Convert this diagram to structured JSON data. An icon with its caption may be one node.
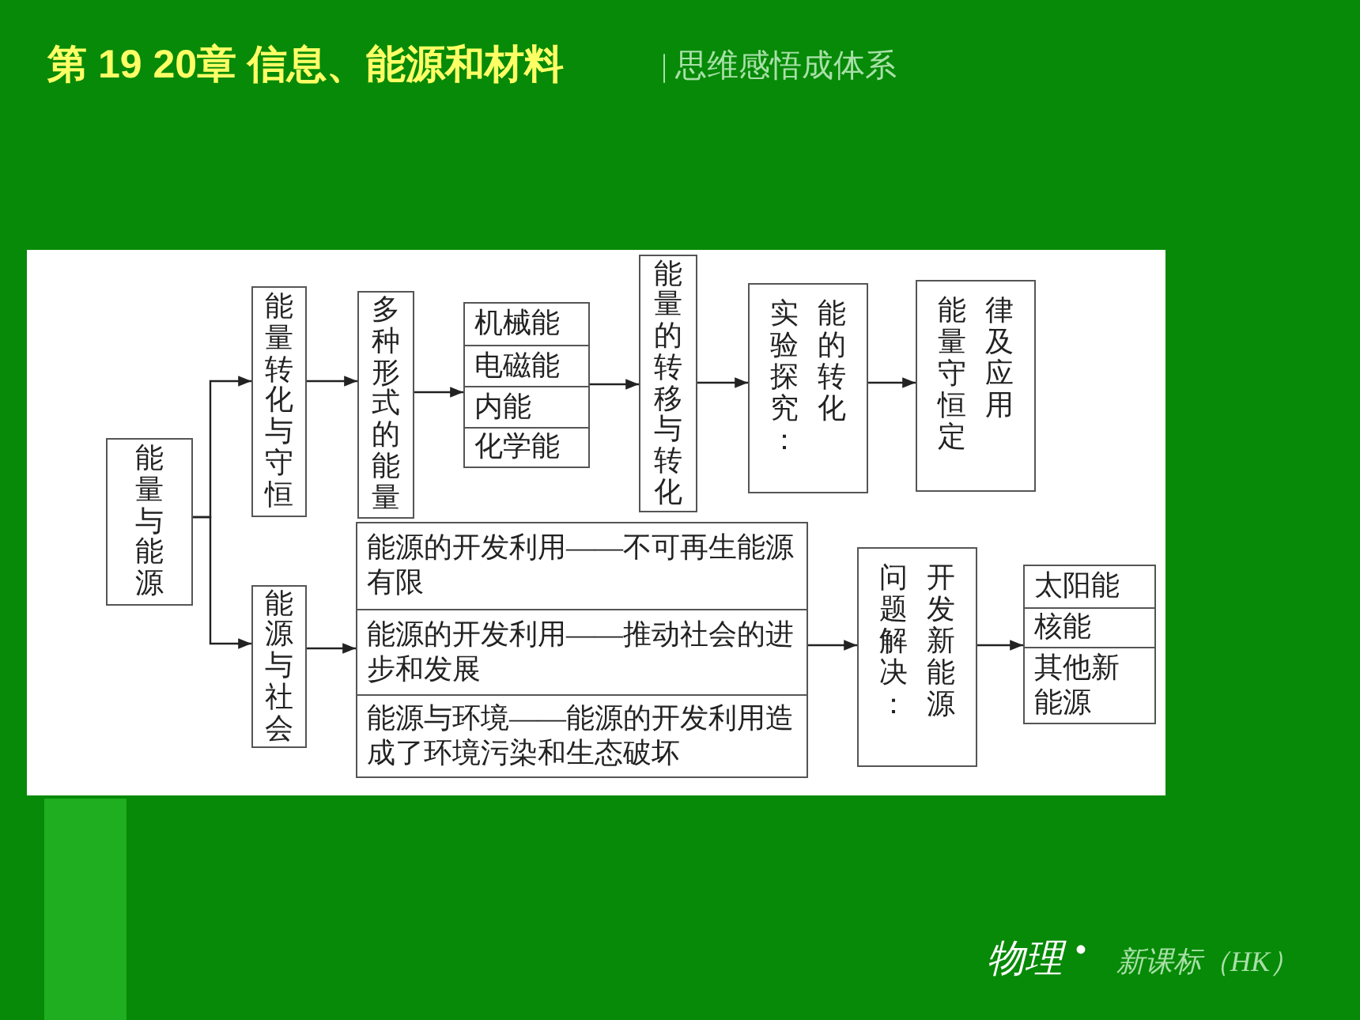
{
  "diagram": {
    "title": "第 19 20章 信息、能源和材料",
    "nodes": [
      {
        "text": [
          "能量与能源"
        ]
      },
      {
        "text": [
          "能量转化与守恒"
        ]
      },
      {
        "text": [
          "多种形式的能量"
        ]
      },
      {
        "text": [
          "机械能",
          "电磁能",
          "内能",
          "化学能"
        ]
      },
      {
        "text": [
          "能量的转移与转化"
        ]
      },
      {
        "text": [
          "实验探究：能的转化"
        ]
      },
      {
        "text": [
          "能量守恒定律及应用"
        ]
      },
      {
        "text": [
          "能源与社会"
        ]
      },
      {
        "text": [
          "能源的开发利用——不可再生能源有限",
          "能源的开发利用——推动社会的进步和发展",
          "能源与环境——能源的开发利用造成了环境污染和生态破坏"
        ]
      },
      {
        "text": [
          "问题解决：开发新能源"
        ]
      },
      {
        "text": [
          "太阳能",
          "核能",
          "其他新能源"
        ]
      }
    ],
    "edges": [
      {
        "from": 0,
        "to": 1,
        "arrow": "to"
      },
      {
        "from": 0,
        "to": 7,
        "arrow": "to"
      },
      {
        "from": 1,
        "to": 2,
        "arrow": "to"
      },
      {
        "from": 2,
        "to": 3,
        "arrow": "to"
      },
      {
        "from": 3,
        "to": 4,
        "arrow": "to"
      },
      {
        "from": 4,
        "to": 5,
        "arrow": "to"
      },
      {
        "from": 5,
        "to": 6,
        "arrow": "to"
      },
      {
        "from": 7,
        "to": 8,
        "arrow": "to"
      },
      {
        "from": 8,
        "to": 9,
        "arrow": "to"
      },
      {
        "from": 9,
        "to": 10,
        "arrow": "to"
      }
    ],
    "labels": [
      "| 思维感悟成体系",
      "物理",
      "•",
      "新课标（HK）"
    ]
  }
}
